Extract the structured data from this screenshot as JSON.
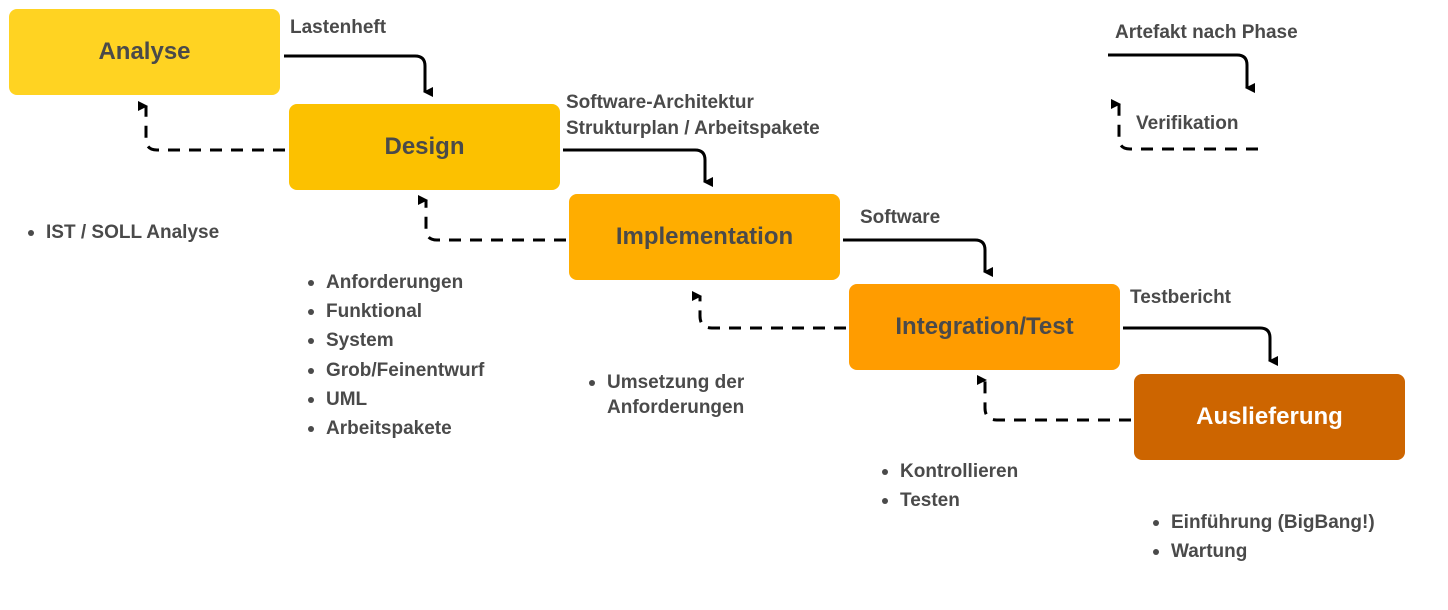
{
  "phases": {
    "analyse": "Analyse",
    "design": "Design",
    "implementation": "Implementation",
    "integration": "Integration/Test",
    "auslieferung": "Auslieferung"
  },
  "colors": {
    "analyse": "#ffd322",
    "design": "#fcc100",
    "implementation": "#ffad00",
    "integration": "#ff9c00",
    "auslieferung": "#cd6500",
    "text_dark": "#4a4a4a",
    "text_light": "#ffffff"
  },
  "artifacts": {
    "lastenheft": "Lastenheft",
    "architektur_line1": "Software-Architektur",
    "architektur_line2": "Strukturplan / Arbeitspakete",
    "software": "Software",
    "testbericht": "Testbericht"
  },
  "legend": {
    "artefakt": "Artefakt nach Phase",
    "verifikation": "Verifikation"
  },
  "notes": {
    "analyse": [
      "IST / SOLL Analyse"
    ],
    "design": [
      "Anforderungen",
      "Funktional",
      "System",
      "Grob/Feinentwurf",
      "UML",
      "Arbeitspakete"
    ],
    "implementation": [
      "Umsetzung der Anforderungen"
    ],
    "integration": [
      "Kontrollieren",
      "Testen"
    ],
    "auslieferung": [
      "Einführung (BigBang!)",
      "Wartung"
    ]
  }
}
